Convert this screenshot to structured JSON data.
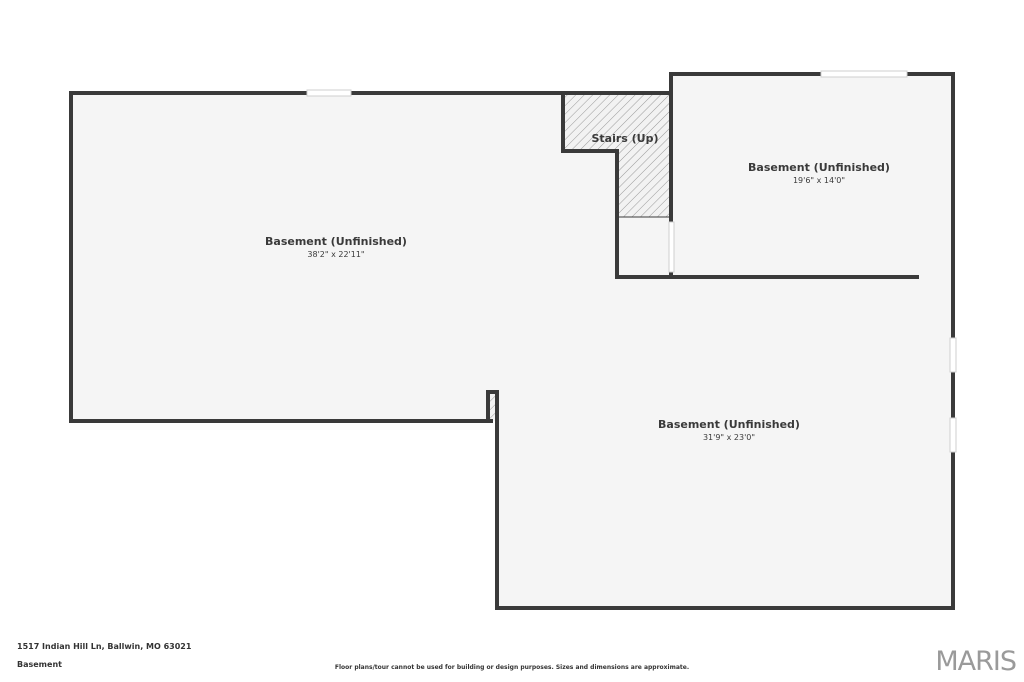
{
  "colors": {
    "wall": "#3a3a3a",
    "floor": "#f5f5f5",
    "background": "#ffffff",
    "logo": "#9a9a9a"
  },
  "rooms": [
    {
      "id": "main",
      "name": "Basement (Unfinished)",
      "dimensions": "38'2\" x 22'11\""
    },
    {
      "id": "northeast",
      "name": "Basement (Unfinished)",
      "dimensions": "19'6\" x 14'0\""
    },
    {
      "id": "south",
      "name": "Basement (Unfinished)",
      "dimensions": "31'9\" x 23'0\""
    }
  ],
  "stairs": {
    "label": "Stairs (Up)"
  },
  "footer": {
    "address": "1517 Indian Hill Ln, Ballwin, MO 63021",
    "floor_name": "Basement",
    "disclaimer": "Floor plans/tour cannot be used for building or design purposes. Sizes and dimensions are approximate.",
    "logo_text": "MARIS"
  }
}
